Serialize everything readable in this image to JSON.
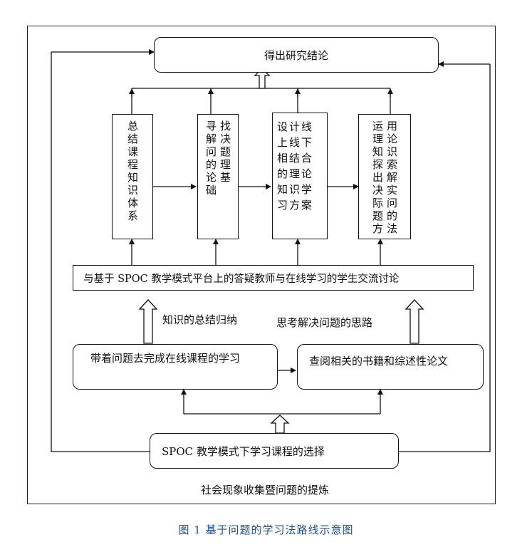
{
  "diagram": {
    "conclusion": "得出研究结论",
    "columns": [
      {
        "lines": [
          "总结课程知识体系"
        ]
      },
      {
        "lines": [
          "找决题理基",
          "寻解问的论础"
        ]
      },
      {
        "lines": [
          "设计线上线下相结合的理论知识学习方案"
        ]
      },
      {
        "lines": [
          "用论识索解实问的法",
          "运理知探出决际题方"
        ]
      }
    ],
    "discussion": "与基于 SPOC 教学模式平台上的答疑教师与在线学习的学生交流讨论",
    "label_left": "知识的总结归纳",
    "label_right": "思考解决问题的思路",
    "online_course": "带着问题去完成在线课程的学习",
    "literature": "查阅相关的书籍和综述性论文",
    "course_selection": "SPOC 教学模式下学习课程的选择",
    "social": "社会现象收集暨问题的提炼"
  },
  "caption": "图 1 基于问题的学习法路线示意图",
  "colors": {
    "caption": "#1f4e9c",
    "line": "#111111"
  }
}
